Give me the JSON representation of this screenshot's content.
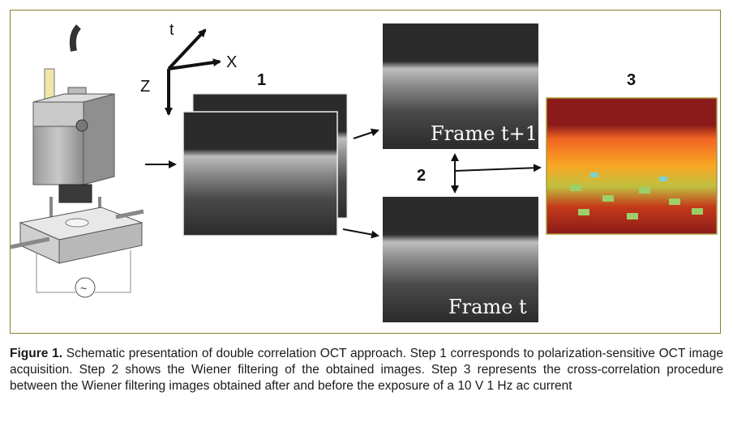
{
  "figure": {
    "axes": {
      "t": "t",
      "x": "X",
      "z": "Z"
    },
    "steps": {
      "one": "1",
      "two": "2",
      "three": "3"
    },
    "frames": {
      "top": "Frame t+1",
      "bottom": "Frame t"
    },
    "colors": {
      "border": "#8a7e2a",
      "oct_bg": "#2b2b2b",
      "heat_bg": "#8b1a1a"
    }
  },
  "caption": {
    "label": "Figure 1.",
    "text": " Schematic presentation of double correlation OCT approach. Step 1 corresponds to polarization-sensitive OCT image acquisition. Step 2 shows the Wiener filtering of the obtained images. Step 3 represents the cross-correlation procedure between the Wiener filtering images obtained after and before the exposure of a 10 V 1 Hz ac current"
  }
}
